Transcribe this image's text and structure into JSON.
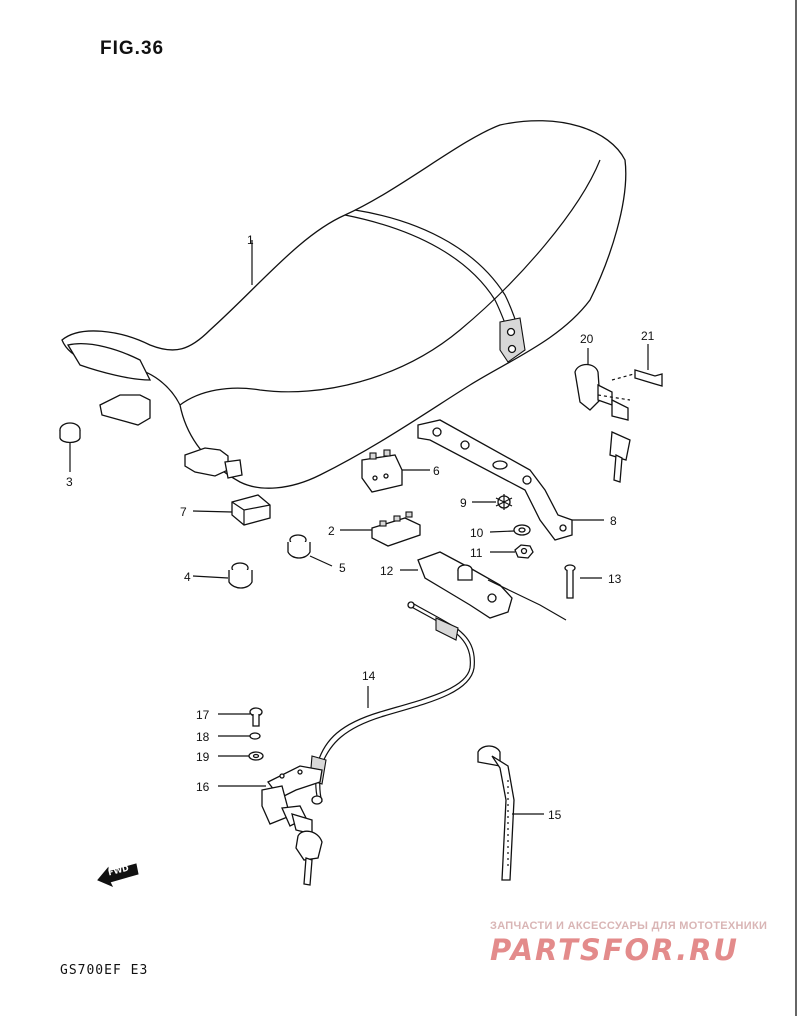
{
  "figure": {
    "title": "FIG.36",
    "model_code": "GS700EF E3"
  },
  "watermark": {
    "caption": "ЗАПЧАСТИ И АКСЕССУАРЫ ДЛЯ МОТОТЕХНИКИ",
    "logo": "PARTSFOR.RU",
    "color": "#e38b8b"
  },
  "direction_marker": {
    "label": "FWD",
    "icon": "fwd-arrow-icon"
  },
  "parts": [
    {
      "ref": "1",
      "part": "seat"
    },
    {
      "ref": "2",
      "part": "seat-cushion-block"
    },
    {
      "ref": "3",
      "part": "seat-damper-cap"
    },
    {
      "ref": "4",
      "part": "damper-cushion"
    },
    {
      "ref": "5",
      "part": "seat-cushion-round"
    },
    {
      "ref": "6",
      "part": "seat-rubber-block"
    },
    {
      "ref": "7",
      "part": "rubber-pad"
    },
    {
      "ref": "8",
      "part": "seat-bracket-strip"
    },
    {
      "ref": "9",
      "part": "lock-washer"
    },
    {
      "ref": "10",
      "part": "washer"
    },
    {
      "ref": "11",
      "part": "nut"
    },
    {
      "ref": "12",
      "part": "seat-lock-bracket"
    },
    {
      "ref": "13",
      "part": "screw"
    },
    {
      "ref": "14",
      "part": "seat-lock-cable"
    },
    {
      "ref": "15",
      "part": "cable-band"
    },
    {
      "ref": "16",
      "part": "seat-lock-assy"
    },
    {
      "ref": "17",
      "part": "bolt"
    },
    {
      "ref": "18",
      "part": "spring-washer"
    },
    {
      "ref": "19",
      "part": "washer-small"
    },
    {
      "ref": "20",
      "part": "helmet-lock-assy"
    },
    {
      "ref": "21",
      "part": "lock-bolt"
    }
  ]
}
